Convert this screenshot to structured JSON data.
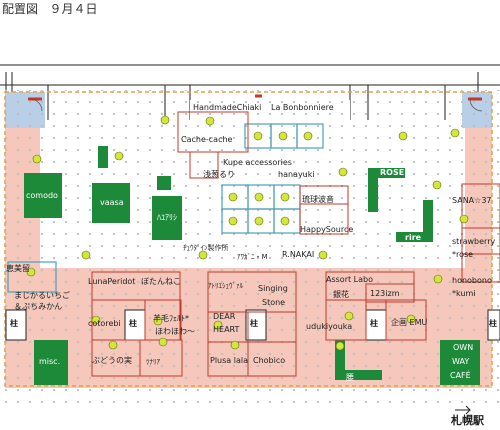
{
  "header": {
    "title": "配置図",
    "date": "９月４日"
  },
  "colors": {
    "salmon": "#f6c8bc",
    "blue_room": "#b9cfe8",
    "green_booth": "#1d8a3a",
    "yellow_dot": "#d4e63a",
    "booth_red": "#c0392b",
    "booth_teal": "#4aa0b8",
    "dashed_border": "#e2a04a"
  },
  "pillar_label": "柱",
  "green_booths": {
    "comodo": "comodo",
    "vaasa": "vaasa",
    "hyutte": "ﾊﾕｱﾘｼ",
    "misc": "misc.",
    "rose": "ROSE",
    "rire": "rire",
    "ownwaycafe": [
      "OWN",
      "WAY",
      "CAFÉ"
    ]
  },
  "vendors": {
    "handmade_chiaki": "HandmadeChiaki",
    "la_bonbonniere": "La Bonbonniere",
    "cache_cache": "Cache-cache",
    "kupe": "Kupe accessories",
    "asakusa_ruri": "浅葱るり",
    "hanayuki": "hanayuki",
    "ryukyu_hakone": "琉球波音",
    "happysource": "HappySource",
    "chudai": "ﾁｭｳﾀﾞｲﾝ製作所",
    "awaguni_m": "ｱﾜｶﾞﾆ・M",
    "r_nakai": "R.NAKAI",
    "sana": "SANA☆37",
    "strawberry_rose": [
      "strawberry",
      "*rose"
    ],
    "honobono_kumi": [
      "honobono",
      "*kumi"
    ],
    "ebiso": "恵美留",
    "majikaru": [
      "まじかるいちご",
      "＆ぷちみかん"
    ],
    "lunaperidot": "LunaPeridot",
    "botan_neko": "ぼたんねこ",
    "atelier": "ｱﾄﾘｴｼｪｳﾞｧﾙ",
    "singing_stone": [
      "Singing",
      "Stone"
    ],
    "assort_labo": "Assort Labo",
    "ginka": "銀花",
    "izm": "123izm",
    "cotorebi": "cotorebi",
    "youmou": [
      "羊毛ﾌｪﾙﾄ*",
      "ほわほわ〜"
    ],
    "dear_heart": [
      "DEAR",
      "HEART"
    ],
    "udukiyouka": "udukiyouka",
    "kikaku_emu": "企画 EMU",
    "budou": "ぶどうの実",
    "tunaria": "ﾂﾅﾘｱ",
    "plusa_lala": "Plusa lala",
    "chobico": "Chobico",
    "koshikake": "腰"
  },
  "station": "札幌駅"
}
